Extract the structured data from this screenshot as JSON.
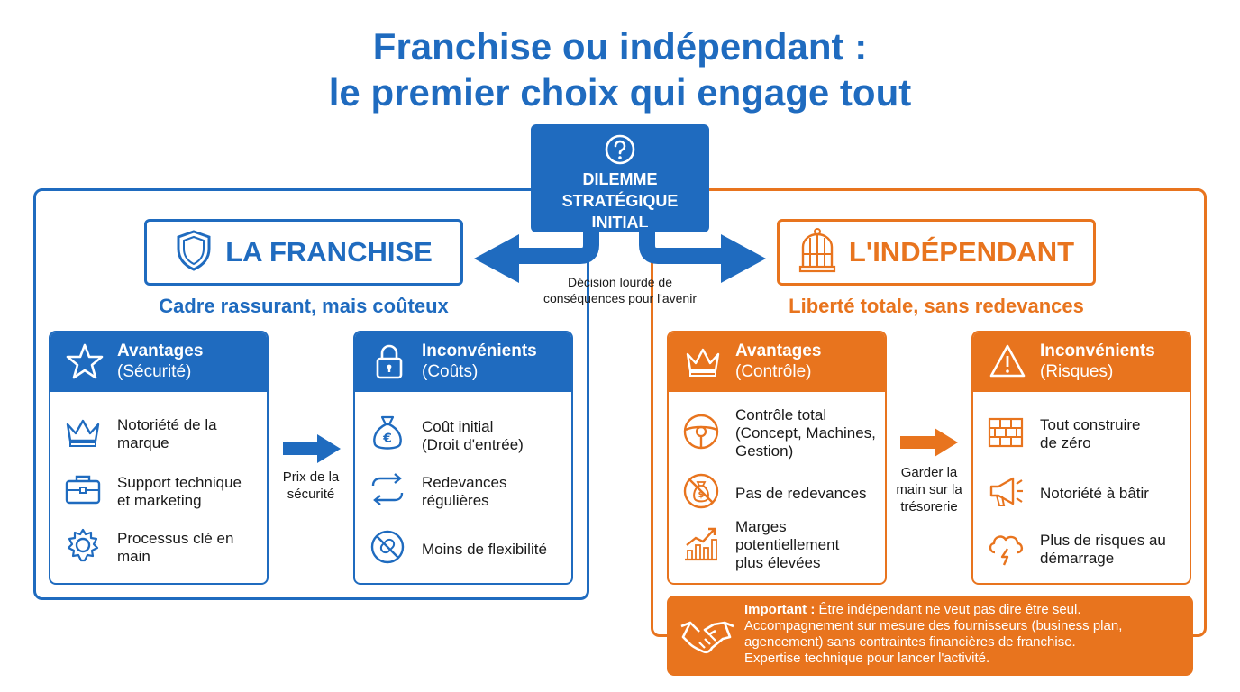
{
  "title": {
    "line1": "Franchise ou indépendant :",
    "line2": "le premier choix qui engage tout"
  },
  "dilemma": {
    "line1": "DILEMME",
    "line2": "STRATÉGIQUE",
    "line3": "INITIAL",
    "icon": "question-icon"
  },
  "decision_note": {
    "line1": "Décision lourde de",
    "line2": "conséquences pour l'avenir"
  },
  "colors": {
    "blue": "#1f6bbf",
    "orange": "#e8741e"
  },
  "franchise": {
    "title": "LA FRANCHISE",
    "tagline": "Cadre rassurant, mais coûteux",
    "arrow_label": {
      "line1": "Prix de la",
      "line2": "sécurité"
    },
    "advantages": {
      "title": "Avantages",
      "subtitle": "(Sécurité)",
      "items": [
        {
          "line1": "Notoriété de la",
          "line2": "marque",
          "icon": "crown-icon"
        },
        {
          "line1": "Support technique",
          "line2": "et marketing",
          "icon": "toolbox-icon"
        },
        {
          "line1": "Processus clé en",
          "line2": "main",
          "icon": "gear-icon"
        }
      ]
    },
    "drawbacks": {
      "title": "Inconvénients",
      "subtitle": "(Coûts)",
      "items": [
        {
          "line1": "Coût initial",
          "line2": "(Droit d'entrée)",
          "icon": "money-bag-icon"
        },
        {
          "line1": "Redevances",
          "line2": "régulières",
          "icon": "recurring-arrows-icon"
        },
        {
          "line1": "Moins de flexibilité",
          "line2": "",
          "icon": "no-flexibility-icon"
        }
      ]
    }
  },
  "independant": {
    "title": "L'INDÉPENDANT",
    "tagline": "Liberté totale, sans redevances",
    "arrow_label": {
      "line1": "Garder la",
      "line2": "main sur la",
      "line3": "trésorerie"
    },
    "advantages": {
      "title": "Avantages",
      "subtitle": "(Contrôle)",
      "items": [
        {
          "line1": "Contrôle total",
          "line2": "(Concept, Machines,",
          "line3": "Gestion)",
          "icon": "steering-wheel-icon"
        },
        {
          "line1": "Pas de redevances",
          "icon": "no-fees-icon"
        },
        {
          "line1": "Marges",
          "line2": "potentiellement",
          "line3": "plus élevées",
          "icon": "growth-chart-icon"
        }
      ]
    },
    "drawbacks": {
      "title": "Inconvénients",
      "subtitle": "(Risques)",
      "items": [
        {
          "line1": "Tout construire",
          "line2": "de zéro",
          "icon": "brick-wall-icon"
        },
        {
          "line1": "Notoriété à bâtir",
          "icon": "megaphone-icon"
        },
        {
          "line1": "Plus de risques au",
          "line2": "démarrage",
          "icon": "storm-cloud-icon"
        }
      ]
    },
    "important": {
      "label": "Important :",
      "line1": "Être indépendant ne veut pas dire être seul.",
      "line2": "Accompagnement sur mesure des fournisseurs (business plan,",
      "line3": "agencement) sans contraintes financières de franchise.",
      "line4": "Expertise technique pour lancer l'activité.",
      "icon": "handshake-icon"
    }
  }
}
